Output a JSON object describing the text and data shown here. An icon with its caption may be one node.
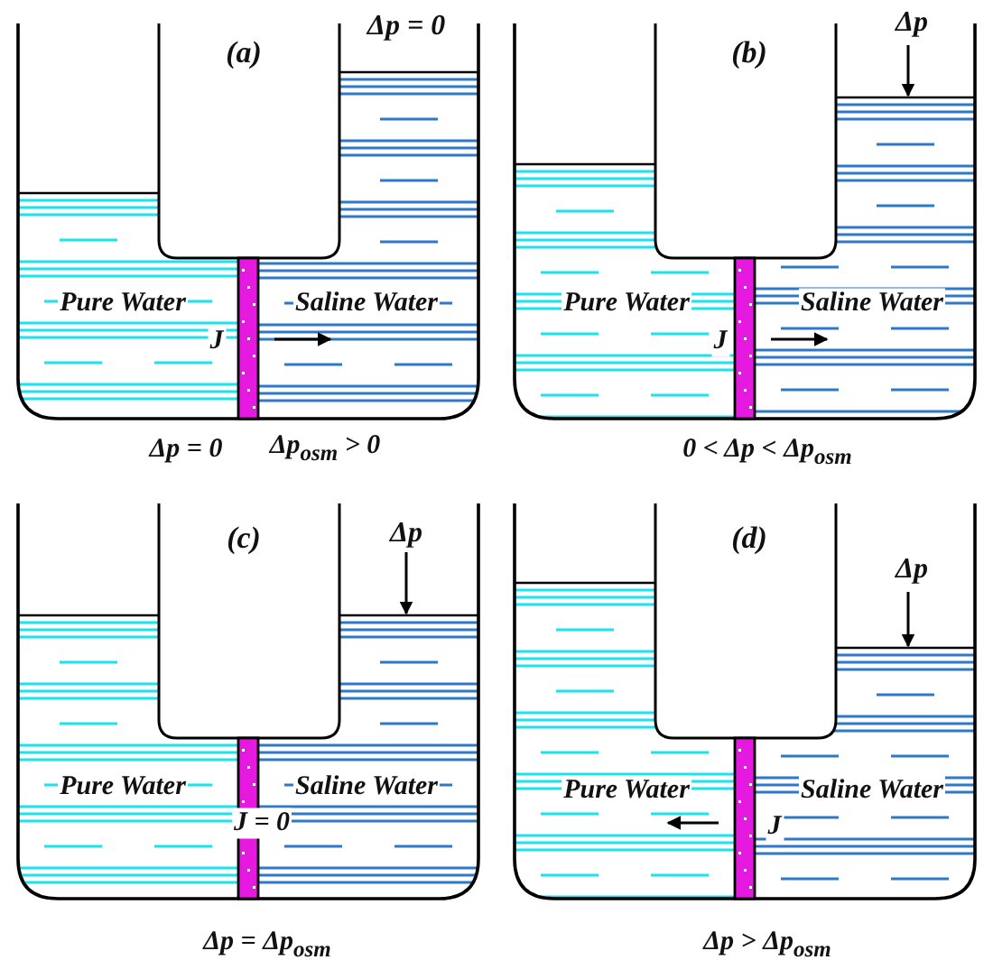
{
  "diagram": {
    "labels": [
      "(a)",
      "Δp = 0",
      "Pure Water",
      "Saline Water",
      "J",
      "Δp = 0",
      "Δp$_{osm}$ > 0",
      "(b)",
      "Δp",
      "Pure Water",
      "Saline Water",
      "J",
      "0 < Δp < Δp$_{osm}$",
      "(c)",
      "Δp",
      "Pure Water",
      "Saline Water",
      "J = 0",
      "Δp = Δp$_{osm}$",
      "(d)",
      "Δp",
      "Pure Water",
      "Saline Water",
      "J",
      "Δp > Δp$_{osm}$"
    ]
  }
}
